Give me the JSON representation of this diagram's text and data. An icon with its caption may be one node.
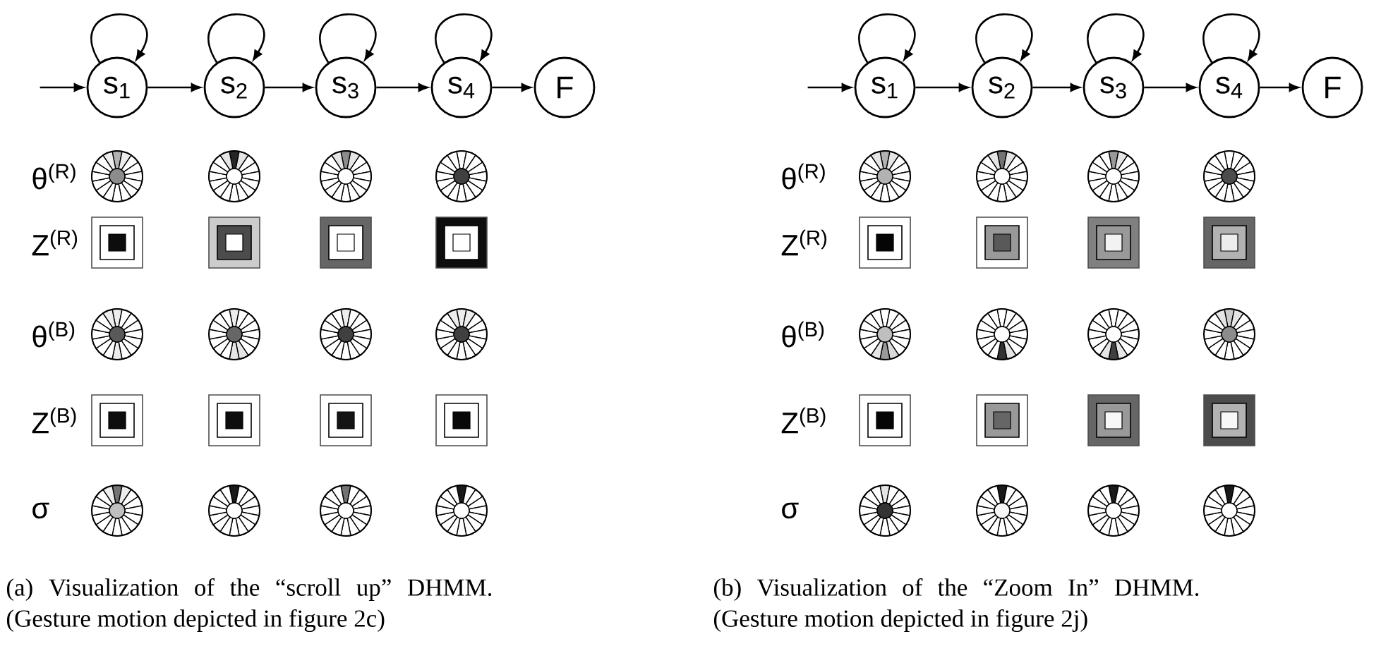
{
  "diagram": {
    "nodes": [
      {
        "text": [
          "s$_{1}$"
        ]
      },
      {
        "text": [
          "s$_{2}$"
        ]
      },
      {
        "text": [
          "s$_{3}$"
        ]
      },
      {
        "text": [
          "s$_{4}$"
        ]
      },
      {
        "text": [
          "F"
        ]
      },
      {
        "text": [
          "s$_{1}$"
        ]
      },
      {
        "text": [
          "s$_{2}$"
        ]
      },
      {
        "text": [
          "s$_{3}$"
        ]
      },
      {
        "text": [
          "s$_{4}$"
        ]
      },
      {
        "text": [
          "F"
        ]
      }
    ],
    "edges": [
      {
        "from": null,
        "to": 0,
        "arrow": "to"
      },
      {
        "from": 0,
        "to": 0,
        "arrow": "to"
      },
      {
        "from": 1,
        "to": 1,
        "arrow": "to"
      },
      {
        "from": 2,
        "to": 2,
        "arrow": "to"
      },
      {
        "from": 3,
        "to": 3,
        "arrow": "to"
      },
      {
        "from": 0,
        "to": 1,
        "arrow": "to"
      },
      {
        "from": 1,
        "to": 2,
        "arrow": "to"
      },
      {
        "from": 2,
        "to": 3,
        "arrow": "to"
      },
      {
        "from": 3,
        "to": 4,
        "arrow": "to"
      },
      {
        "from": null,
        "to": 5,
        "arrow": "to"
      },
      {
        "from": 5,
        "to": 5,
        "arrow": "to"
      },
      {
        "from": 6,
        "to": 6,
        "arrow": "to"
      },
      {
        "from": 7,
        "to": 7,
        "arrow": "to"
      },
      {
        "from": 8,
        "to": 8,
        "arrow": "to"
      },
      {
        "from": 5,
        "to": 6,
        "arrow": "to"
      },
      {
        "from": 6,
        "to": 7,
        "arrow": "to"
      },
      {
        "from": 7,
        "to": 8,
        "arrow": "to"
      },
      {
        "from": 8,
        "to": 9,
        "arrow": "to"
      }
    ],
    "labels": [
      "θ$^{(R)}$",
      "Z$^{(R)}$",
      "θ$^{(B)}$",
      "Z$^{(B)}$",
      "σ",
      "θ$^{(R)}$",
      "Z$^{(R)}$",
      "θ$^{(B)}$",
      "Z$^{(B)}$",
      "σ",
      "(a) Visualization of the “scroll up” DHMM. (Gesture motion depicted in figure 2c)",
      "(b) Visualization of the “Zoom In” DHMM. (Gesture motion depicted in figure 2j)"
    ]
  }
}
